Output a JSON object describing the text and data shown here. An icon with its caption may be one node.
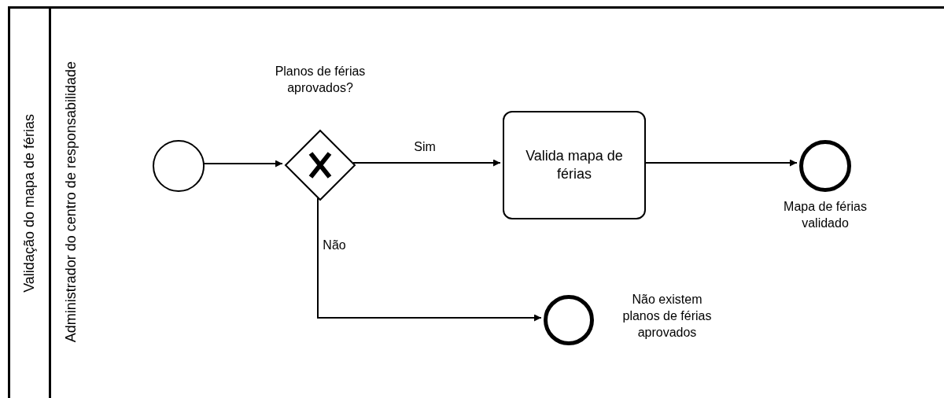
{
  "diagram": {
    "nodes": [
      {
        "text": [
          "Validação do mapa de férias"
        ]
      },
      {
        "text": [
          "Administrador do centro de responsabilidade"
        ],
        "in": 0
      },
      {
        "text": [],
        "shape": "circle",
        "in": 1
      },
      {
        "text": [
          "Planos de férias aprovados?"
        ],
        "in": 1
      },
      {
        "text": [
          "Valida mapa de férias"
        ],
        "in": 1
      },
      {
        "text": [
          "Mapa de férias validado"
        ],
        "in": 1
      },
      {
        "text": [
          "Não existem planos de férias aprovados"
        ],
        "in": 1
      }
    ],
    "edges": [
      {
        "from": 2,
        "to": 3,
        "arrow": "to"
      },
      {
        "from": 3,
        "to": 4,
        "arrow": "to",
        "label": "Sim"
      },
      {
        "from": 4,
        "to": 5,
        "arrow": "to"
      },
      {
        "from": 3,
        "to": 6,
        "arrow": "to",
        "label": "Não"
      }
    ]
  }
}
